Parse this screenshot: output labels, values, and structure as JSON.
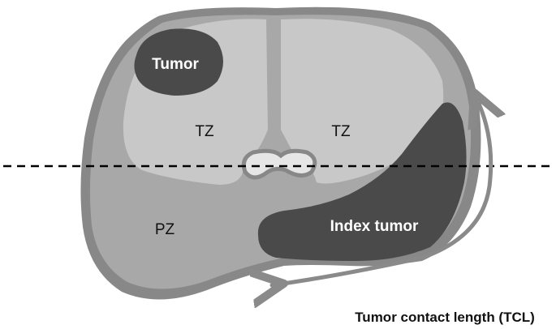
{
  "labels": {
    "tumor": "Tumor",
    "tz_left": "TZ",
    "tz_right": "TZ",
    "pz": "PZ",
    "index_tumor": "Index tumor",
    "tcl": "Tumor contact length (TCL)"
  },
  "colors": {
    "capsule": "#888888",
    "peripheral_zone": "#a8a8a8",
    "transition_zone": "#c8c8c8",
    "tumor": "#4a4a4a",
    "urethra": "#e6e6e6",
    "arrow": "#8a8a8a",
    "dashed_line": "#000000"
  }
}
